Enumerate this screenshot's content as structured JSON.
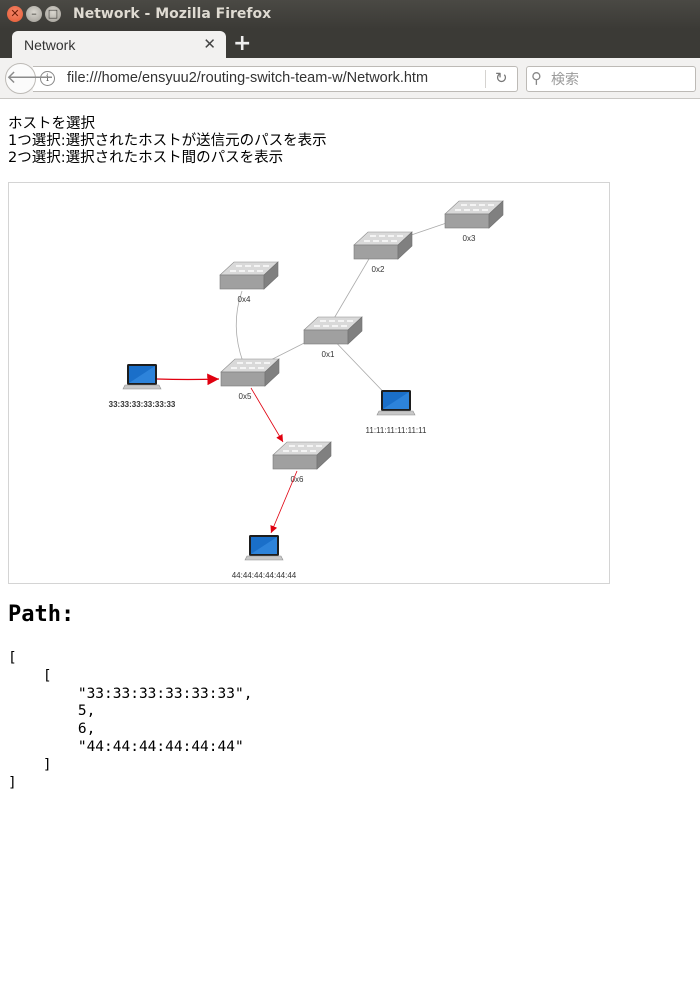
{
  "window": {
    "title": "Network - Mozilla Firefox"
  },
  "tabs": [
    {
      "label": "Network"
    }
  ],
  "toolbar": {
    "url": "file:///home/ensyuu2/routing-switch-team-w/Network.htm",
    "search_placeholder": "検索"
  },
  "page": {
    "instructions": [
      "ホストを選択",
      "1つ選択:選択されたホストが送信元のパスを表示",
      "2つ選択:選択されたホスト間のパスを表示"
    ],
    "topology": {
      "switches": [
        {
          "id": "sw-0x1",
          "label": "0x1"
        },
        {
          "id": "sw-0x2",
          "label": "0x2"
        },
        {
          "id": "sw-0x3",
          "label": "0x3"
        },
        {
          "id": "sw-0x4",
          "label": "0x4"
        },
        {
          "id": "sw-0x5",
          "label": "0x5"
        },
        {
          "id": "sw-0x6",
          "label": "0x6"
        }
      ],
      "hosts": [
        {
          "id": "host-333333333333",
          "label": "33:33:33:33:33:33",
          "selected": true
        },
        {
          "id": "host-111111111111",
          "label": "11:11:11:11:11:11",
          "selected": false
        },
        {
          "id": "host-444444444444",
          "label": "44:44:44:44:44:44",
          "selected": false
        }
      ],
      "links": [
        {
          "from": "sw-0x2",
          "to": "sw-0x3"
        },
        {
          "from": "sw-0x1",
          "to": "sw-0x2"
        },
        {
          "from": "sw-0x4",
          "to": "sw-0x5"
        },
        {
          "from": "sw-0x1",
          "to": "sw-0x5"
        },
        {
          "from": "sw-0x1",
          "to": "host-111111111111"
        }
      ],
      "path_links": [
        {
          "from": "host-333333333333",
          "to": "sw-0x5"
        },
        {
          "from": "sw-0x5",
          "to": "sw-0x6"
        },
        {
          "from": "sw-0x6",
          "to": "host-444444444444"
        }
      ],
      "colors": {
        "link": "#aaaaaa",
        "path": "#e0000f",
        "switch": "#a0a0a0",
        "host_screen": "#1a6fc9"
      }
    },
    "path_heading": "Path:",
    "path_output_lines": [
      "[",
      "    [",
      "        \"33:33:33:33:33:33\",",
      "        5,",
      "        6,",
      "        \"44:44:44:44:44:44\"",
      "    ]",
      "]"
    ]
  }
}
